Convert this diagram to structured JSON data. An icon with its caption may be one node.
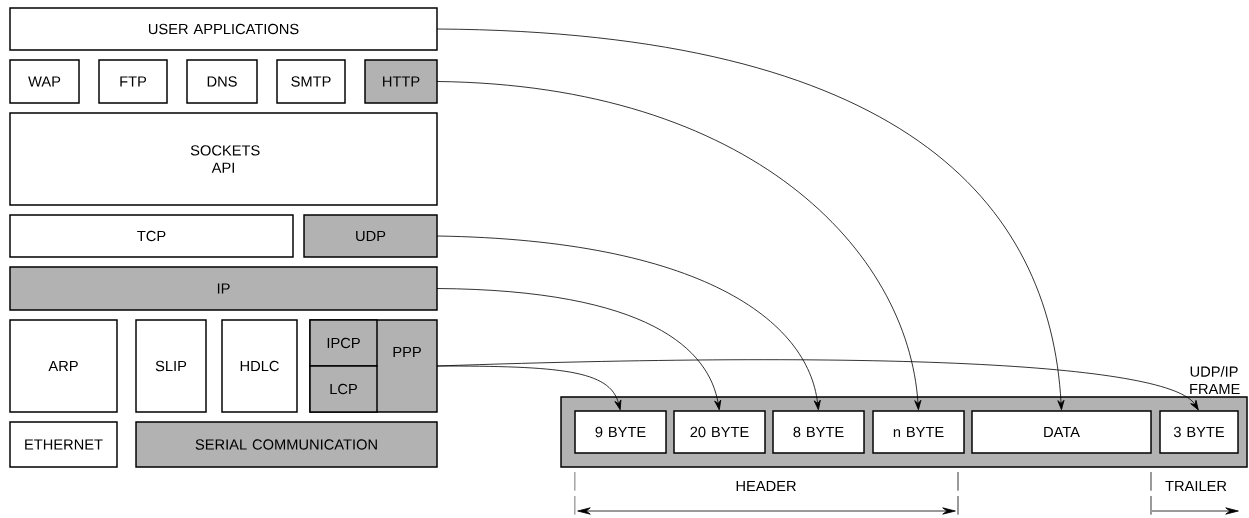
{
  "diagram": {
    "nodes": [
      {
        "text": [
          "USER APPLICATIONS"
        ]
      },
      {
        "text": [
          "WAP"
        ]
      },
      {
        "text": [
          "FTP"
        ]
      },
      {
        "text": [
          "DNS"
        ]
      },
      {
        "text": [
          "SMTP"
        ]
      },
      {
        "text": [
          "HTTP"
        ]
      },
      {
        "text": [
          "SOCKETS API"
        ]
      },
      {
        "text": [
          "TCP"
        ]
      },
      {
        "text": [
          "UDP"
        ]
      },
      {
        "text": [
          "IP"
        ]
      },
      {
        "text": [
          "ARP"
        ]
      },
      {
        "text": [
          "SLIP"
        ]
      },
      {
        "text": [
          "HDLC"
        ]
      },
      {
        "text": [
          "PPP"
        ]
      },
      {
        "text": [
          "IPCP"
        ],
        "in": 13
      },
      {
        "text": [
          "LCP"
        ],
        "in": 13
      },
      {
        "text": [
          "ETHERNET"
        ]
      },
      {
        "text": [
          "SERIAL COMMUNICATION"
        ]
      },
      {
        "text": [
          "UDP/IP FRAME"
        ]
      },
      {
        "text": [
          "9 BYTE"
        ],
        "in": 18
      },
      {
        "text": [
          "20 BYTE"
        ],
        "in": 18
      },
      {
        "text": [
          "8 BYTE"
        ],
        "in": 18
      },
      {
        "text": [
          "n BYTE"
        ],
        "in": 18
      },
      {
        "text": [
          "DATA"
        ],
        "in": 18
      },
      {
        "text": [
          "3 BYTE"
        ],
        "in": 18
      }
    ],
    "edges": [
      {
        "from": 0,
        "to": 23,
        "arrow": "to"
      },
      {
        "from": 5,
        "to": 22,
        "arrow": "to"
      },
      {
        "from": 8,
        "to": 21,
        "arrow": "to"
      },
      {
        "from": 9,
        "to": 20,
        "arrow": "to"
      },
      {
        "from": 13,
        "to": 19,
        "arrow": "to"
      },
      {
        "from": 13,
        "to": 24,
        "arrow": "to"
      }
    ],
    "labels": [
      "HEADER",
      "TRAILER"
    ]
  }
}
